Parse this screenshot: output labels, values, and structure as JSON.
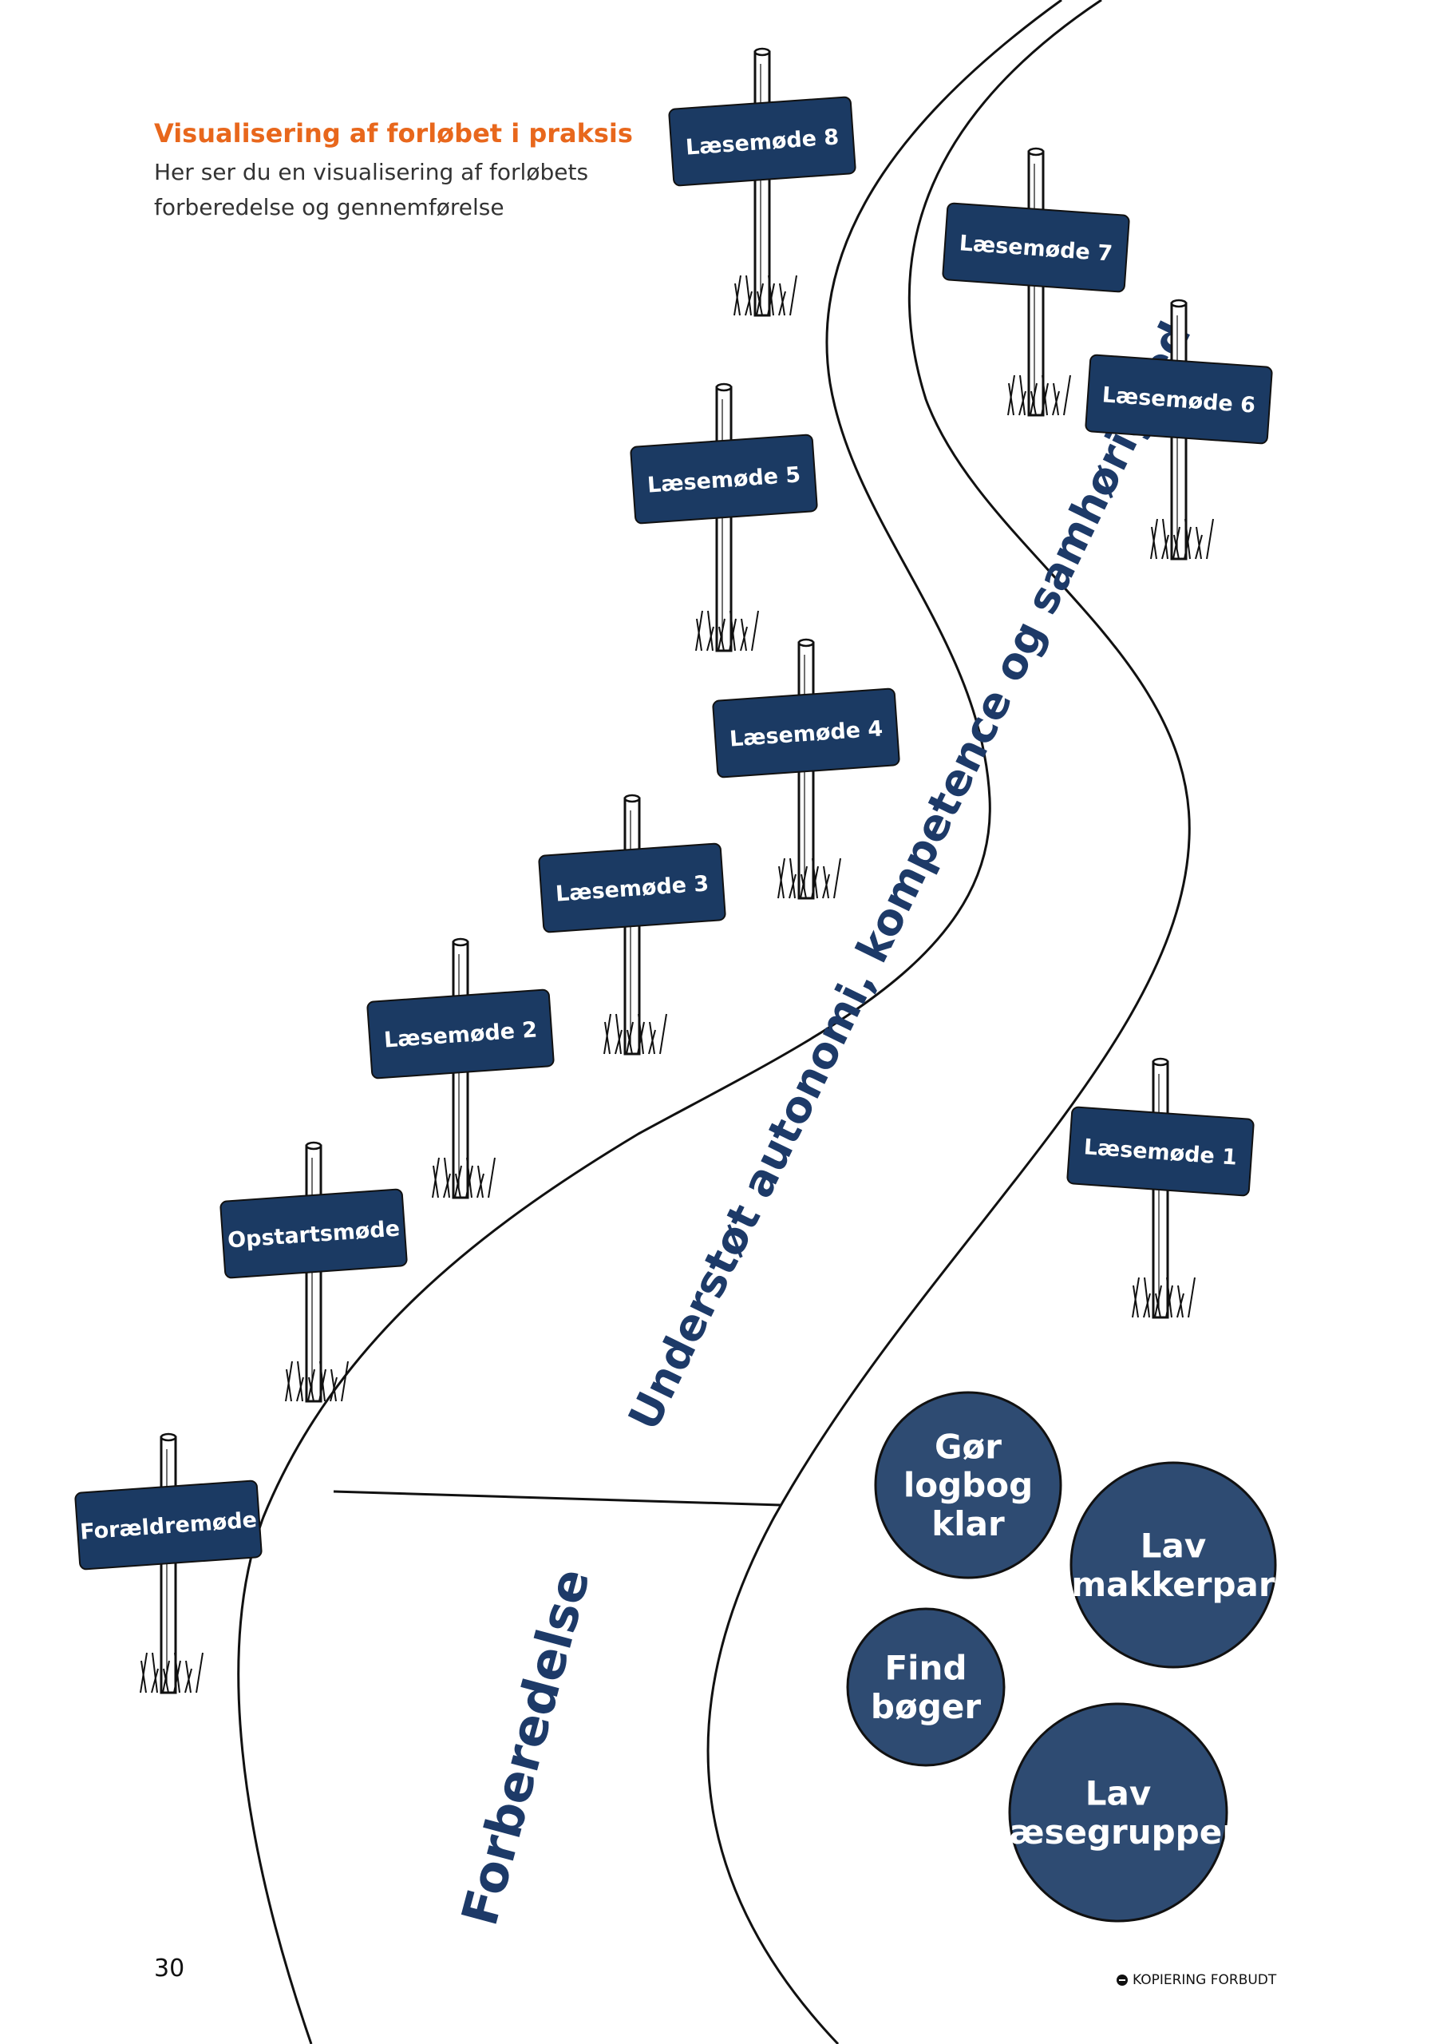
{
  "header": {
    "title": "Visualisering af forløbet i praksis",
    "subtitle": "Her ser du en visualisering af forløbets forberedelse og gennemførelse"
  },
  "colors": {
    "sign": "#1b3a63",
    "circle": "#2e4b72",
    "road_text": "#1d3a68",
    "title": "#e8671c",
    "line": "#111111"
  },
  "signs": [
    {
      "label": "Forældremøde"
    },
    {
      "label": "Opstartsmøde"
    },
    {
      "label": "Læsemøde 2"
    },
    {
      "label": "Læsemøde 3"
    },
    {
      "label": "Læsemøde 4"
    },
    {
      "label": "Læsemøde 5"
    },
    {
      "label": "Læsemøde 8"
    },
    {
      "label": "Læsemøde 7"
    },
    {
      "label": "Læsemøde 6"
    },
    {
      "label": "Læsemøde 1"
    }
  ],
  "road_text": "Understøt autonomi, kompetence og samhørighed",
  "section_label": "Forberedelse",
  "tasks": [
    {
      "lines": [
        "Gør",
        "logbog",
        "klar"
      ]
    },
    {
      "lines": [
        "Lav",
        "makkerpar"
      ]
    },
    {
      "lines": [
        "Find",
        "bøger"
      ]
    },
    {
      "lines": [
        "Lav",
        "læsegrupper"
      ]
    }
  ],
  "footer": {
    "page_number": "30",
    "copyright": "KOPIERING FORBUDT"
  }
}
